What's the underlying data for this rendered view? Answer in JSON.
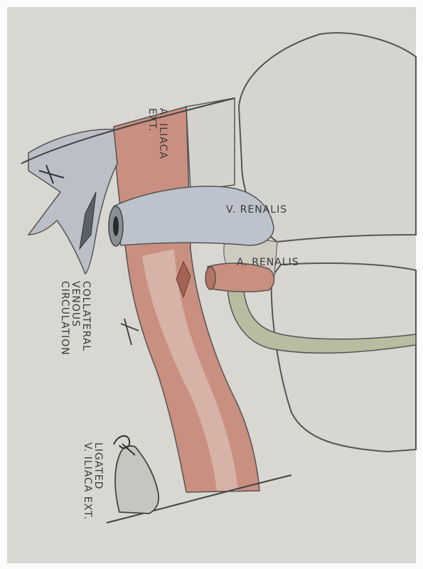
{
  "labels": {
    "a_iliaca_ext": [
      "A. ILIACA",
      "EXT."
    ],
    "v_renalis": "V. RENALIS",
    "a_renalis": "A. RENALIS",
    "collateral": [
      "COLLATERAL",
      "VENOUS",
      "CIRCULATION"
    ],
    "ligated": [
      "LIGATED",
      "V. ILIACA EXT."
    ]
  },
  "colors": {
    "paper": "#d9d7d2",
    "artery": "#c98f80",
    "vein": "#bcc3cc",
    "ureter": "#b9bca1",
    "kidney": "#d7d6d2",
    "pencil": "#3a3a3a"
  }
}
